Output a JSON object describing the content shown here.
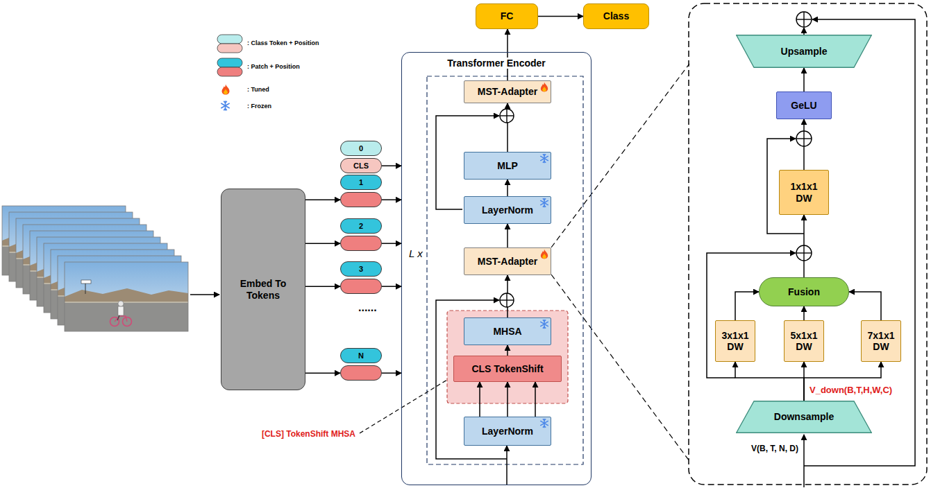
{
  "diagram": {
    "nodes": [
      {
        "text": [
          "FC"
        ]
      },
      {
        "text": [
          "Class"
        ]
      },
      {
        "text": [
          "Embed To Tokens"
        ]
      },
      {
        "text": [
          "0",
          "CLS"
        ]
      },
      {
        "text": [
          "1"
        ]
      },
      {
        "text": [
          "2"
        ]
      },
      {
        "text": [
          "3"
        ]
      },
      {
        "text": [
          "N"
        ]
      },
      {
        "text": [
          "Transformer Encoder"
        ]
      },
      {
        "text": [
          "MST-Adapter"
        ],
        "in": 8
      },
      {
        "text": [
          "MLP"
        ],
        "in": 8
      },
      {
        "text": [
          "LayerNorm"
        ],
        "in": 8
      },
      {
        "text": [
          "MST-Adapter"
        ],
        "in": 8
      },
      {
        "text": [
          "MHSA"
        ],
        "in": 8
      },
      {
        "text": [
          "CLS TokenShift"
        ],
        "in": 8
      },
      {
        "text": [
          "LayerNorm"
        ],
        "in": 8
      },
      {
        "text": [
          "Upsample"
        ]
      },
      {
        "text": [
          "GeLU"
        ]
      },
      {
        "text": [
          "1x1x1 DW"
        ]
      },
      {
        "text": [
          "Fusion"
        ]
      },
      {
        "text": [
          "3x1x1 DW"
        ]
      },
      {
        "text": [
          "5x1x1 DW"
        ]
      },
      {
        "text": [
          "7x1x1 DW"
        ]
      },
      {
        "text": [
          "Downsample"
        ]
      }
    ],
    "edges": [
      {
        "from": 2,
        "to": 4,
        "arrow": "to"
      },
      {
        "from": 2,
        "to": 5,
        "arrow": "to"
      },
      {
        "from": 2,
        "to": 6,
        "arrow": "to"
      },
      {
        "from": 2,
        "to": 7,
        "arrow": "to"
      },
      {
        "from": 3,
        "to": 8,
        "arrow": "to"
      },
      {
        "from": 4,
        "to": 8,
        "arrow": "to"
      },
      {
        "from": 5,
        "to": 8,
        "arrow": "to"
      },
      {
        "from": 6,
        "to": 8,
        "arrow": "to"
      },
      {
        "from": 7,
        "to": 8,
        "arrow": "to"
      },
      {
        "from": 15,
        "to": 14,
        "arrow": "to"
      },
      {
        "from": 15,
        "to": 14,
        "arrow": "to"
      },
      {
        "from": 15,
        "to": 14,
        "arrow": "to"
      },
      {
        "from": 14,
        "to": 13,
        "arrow": "to"
      },
      {
        "from": 13,
        "to": 12,
        "arrow": "to"
      },
      {
        "from": 12,
        "to": 11,
        "arrow": "to"
      },
      {
        "from": 11,
        "to": 10,
        "arrow": "to"
      },
      {
        "from": 10,
        "to": 9,
        "arrow": "to"
      },
      {
        "from": 9,
        "to": 0,
        "arrow": "to"
      },
      {
        "from": 0,
        "to": 1,
        "arrow": "to"
      },
      {
        "from": 23,
        "to": 20,
        "arrow": "to"
      },
      {
        "from": 23,
        "to": 21,
        "arrow": "to"
      },
      {
        "from": 23,
        "to": 22,
        "arrow": "to"
      },
      {
        "from": 20,
        "to": 19,
        "arrow": "to"
      },
      {
        "from": 21,
        "to": 19,
        "arrow": "to"
      },
      {
        "from": 22,
        "to": 19,
        "arrow": "to"
      },
      {
        "from": 19,
        "to": 18,
        "arrow": "to"
      },
      {
        "from": 18,
        "to": 17,
        "arrow": "to"
      },
      {
        "from": 17,
        "to": 16,
        "arrow": "to"
      }
    ],
    "labels": [
      "L x",
      "[CLS] TokenShift MHSA",
      "......",
      "V_down(B,T,H,W,C)",
      "V(B, T, N, D)"
    ],
    "legend": [
      {
        "text": ": Class Token + Position"
      },
      {
        "text": ": Patch + Position"
      },
      {
        "text": ": Tuned"
      },
      {
        "text": ": Frozen"
      }
    ]
  }
}
